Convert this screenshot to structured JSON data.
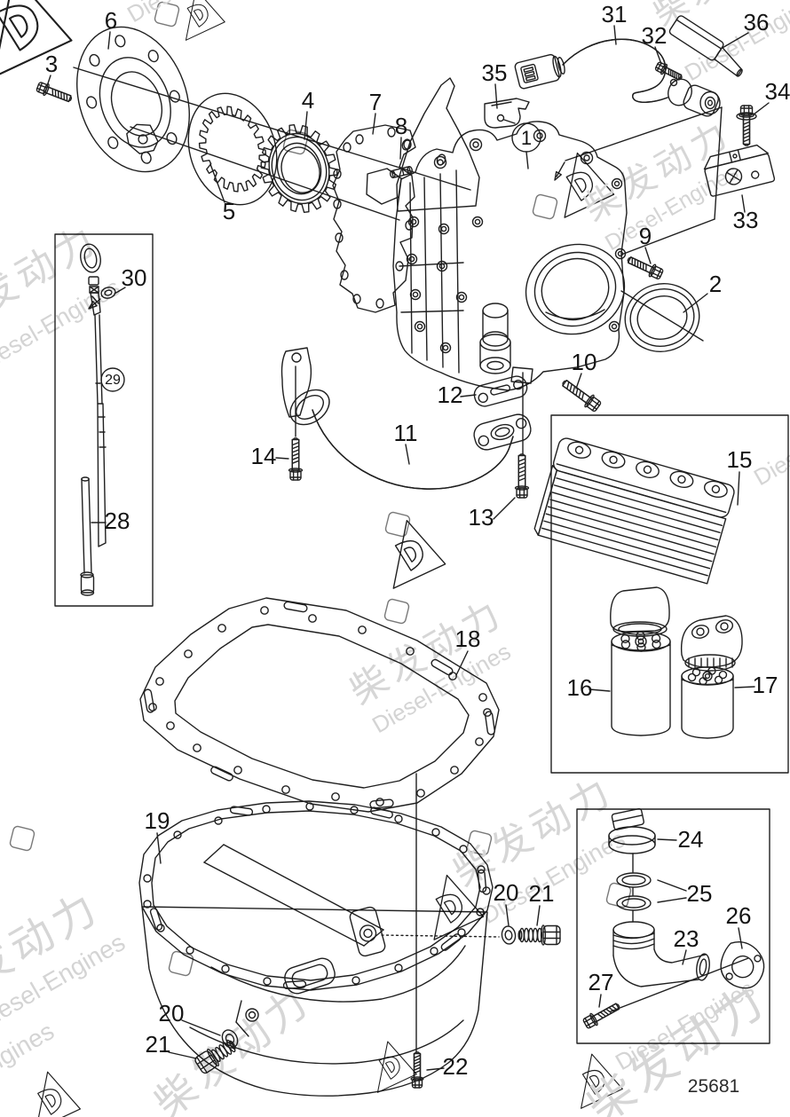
{
  "page": {
    "background": "#ffffff"
  },
  "diagram": {
    "drawing_number": "25681",
    "line_color": "#1f1f1f",
    "callouts": {
      "c1": "1",
      "c2": "2",
      "c3": "3",
      "c4": "4",
      "c5": "5",
      "c6": "6",
      "c7": "7",
      "c8": "8",
      "c9": "9",
      "c10": "10",
      "c11": "11",
      "c12": "12",
      "c13": "13",
      "c14": "14",
      "c15": "15",
      "c16": "16",
      "c17": "17",
      "c18": "18",
      "c19": "19",
      "c20": "20",
      "c20b": "20",
      "c21": "21",
      "c21b": "21",
      "c22": "22",
      "c23": "23",
      "c24": "24",
      "c25": "25",
      "c26": "26",
      "c27": "27",
      "c28": "28",
      "c29": "29",
      "c30": "30",
      "c31": "31",
      "c32": "32",
      "c33": "33",
      "c34": "34",
      "c35": "35",
      "c36": "36"
    }
  },
  "watermark": {
    "cn": "柴发动力",
    "en": "Diesel-Engines",
    "color": "#d6d6d6",
    "accent": "#f7eec5"
  }
}
